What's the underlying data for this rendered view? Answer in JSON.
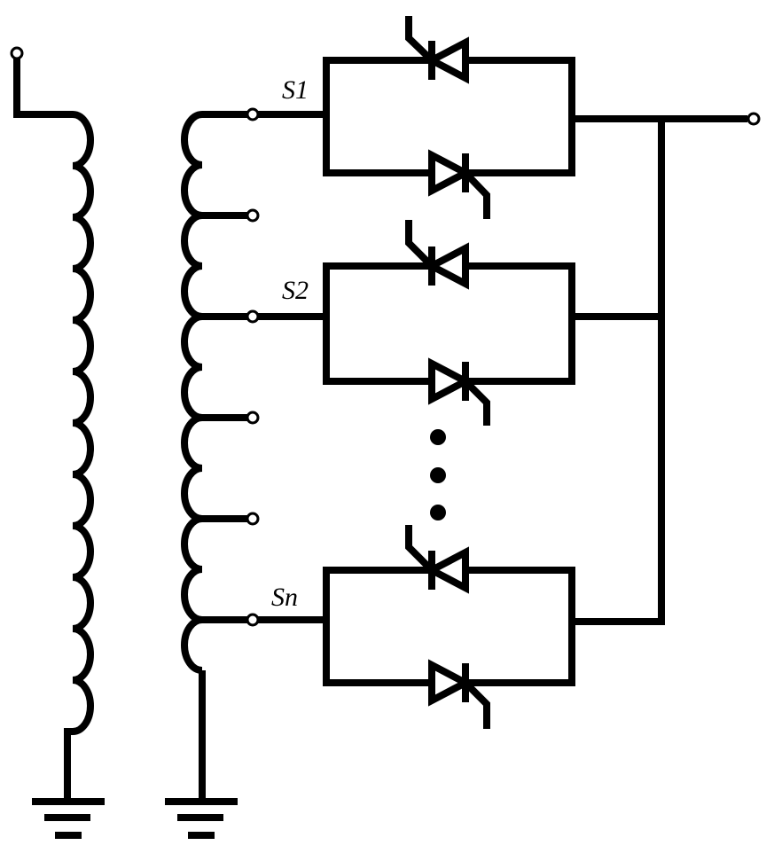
{
  "figure": {
    "tap_labels": [
      "S1",
      "S2",
      "Sn"
    ],
    "continuation": "⋮"
  },
  "colors": {
    "line": "#000000",
    "background": "#ffffff"
  },
  "components": {
    "primary_winding_turns": 12,
    "secondary_winding_turns": 11,
    "secondary_taps": 6,
    "thyristor_switches": 3,
    "grounds": 2
  }
}
